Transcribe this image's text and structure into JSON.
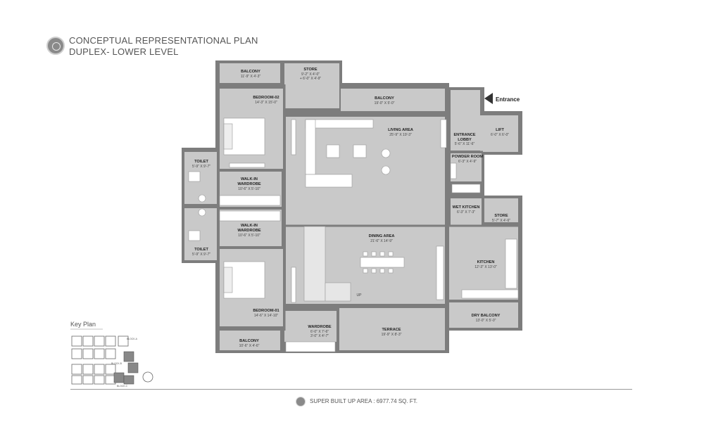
{
  "header": {
    "line1": "CONCEPTUAL REPRESENTATIONAL PLAN",
    "line2": "DUPLEX- LOWER LEVEL"
  },
  "entrance": "Entrance",
  "up_label": "UP",
  "rooms": {
    "balcony_top_left": {
      "name": "BALCONY",
      "dim": "11'-9\" X 4'-3\""
    },
    "store_top": {
      "name": "STORE",
      "dim": "9'-2\" X 4'-0\"",
      "dim2": "+ 6'-0\" X 4'-9\""
    },
    "balcony_top": {
      "name": "BALCONY",
      "dim": "19'-0\" X 5'-0\""
    },
    "bedroom_02": {
      "name": "BEDROOM-02",
      "dim": "14'-3\" X 15'-0\""
    },
    "living_area": {
      "name": "LIVING AREA",
      "dim": "25'-9\" X 19'-3\""
    },
    "entrance_lobby": {
      "name": "ENTRANCE",
      "name2": "LOBBY",
      "dim": "5'-6\" X 11'-6\""
    },
    "lift": {
      "name": "LIFT",
      "dim": "6'-0\" X 6'-0\""
    },
    "powder_room": {
      "name": "POWDER ROOM",
      "dim": "6'-3\" X 4'-9\""
    },
    "toilet_top": {
      "name": "TOILET",
      "dim": "5'-9\" X 9'-7\""
    },
    "walkin_top": {
      "name": "WALK-IN",
      "name2": "WARDROBE",
      "dim": "10'-6\" X 5'-10\""
    },
    "wet_kitchen": {
      "name": "WET KITCHEN",
      "dim": "6'-3\" X 7'-3\""
    },
    "store_right": {
      "name": "STORE",
      "dim": "5'-7\" X 4'-6\""
    },
    "walkin_bottom": {
      "name": "WALK-IN",
      "name2": "WARDROBE",
      "dim": "10'-6\" X 5'-10\""
    },
    "dining_area": {
      "name": "DINING AREA",
      "dim": "21'-6\" X 14'-9\""
    },
    "toilet_bottom": {
      "name": "TOILET",
      "dim": "5'-9\" X 9'-7\""
    },
    "kitchen": {
      "name": "KITCHEN",
      "dim": "12'-3\" X 13'-0\""
    },
    "bedroom_01": {
      "name": "BEDROOM-01",
      "dim": "14'-6\" X 14'-10\""
    },
    "dry_balcony": {
      "name": "DRY BALCONY",
      "dim": "13'-0\" X 5'-0\""
    },
    "wardrobe": {
      "name": "WARDROBE",
      "dim": "6'-0\" X 7'-6\"",
      "dim2": "3'-0\" X 4'-7\""
    },
    "terrace": {
      "name": "TERRACE",
      "dim": "19'-9\" X 8'-3\""
    },
    "balcony_bottom": {
      "name": "BALCONY",
      "dim": "10'-6\" X 4'-6\""
    }
  },
  "key_plan": {
    "title": "Key Plan",
    "labels": [
      "BLOCK-A",
      "BLOCK-B",
      "BLOCK-C"
    ]
  },
  "footer": {
    "area": "SUPER BUILT UP AREA : 6977.74 SQ. FT."
  },
  "colors": {
    "wall": "#7d7d7d",
    "floor": "#c9c9c9",
    "furniture": "#ffffff",
    "text": "#222222"
  }
}
